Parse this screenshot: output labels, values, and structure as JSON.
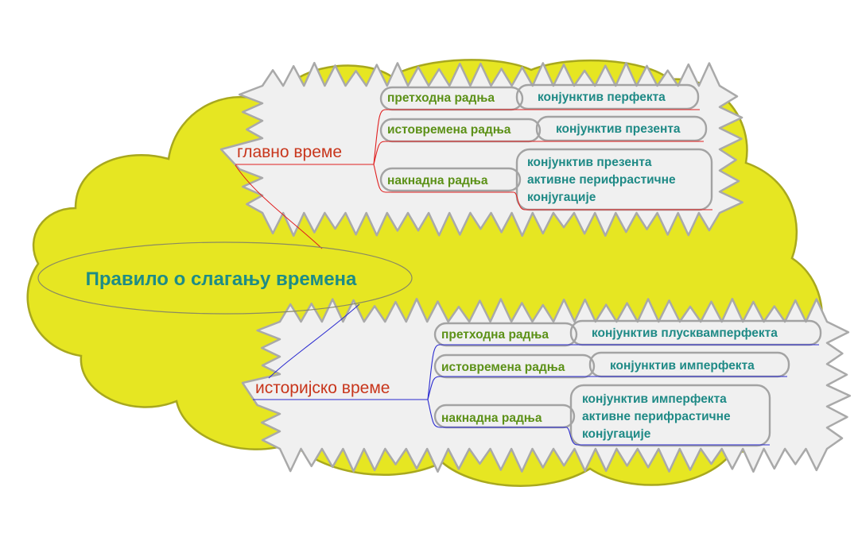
{
  "root": {
    "label": "Правило о слагању времена"
  },
  "branches": [
    {
      "id": "main",
      "label": "главно време",
      "color": "#e02020",
      "items": [
        {
          "context": "претходна радња",
          "form": [
            "конјунктив перфекта"
          ]
        },
        {
          "context": "истовремена радња",
          "form": [
            "конјунктив презента"
          ]
        },
        {
          "context": "накнадна радња",
          "form": [
            "конјунктив презента",
            "активне перифрастичне",
            "конјугације"
          ]
        }
      ]
    },
    {
      "id": "historic",
      "label": "историјско време",
      "color": "#2a2ad0",
      "items": [
        {
          "context": "претходна радња",
          "form": [
            "конјунктив плусквамперфекта"
          ]
        },
        {
          "context": "истовремена радња",
          "form": [
            "конјунктив имперфекта"
          ]
        },
        {
          "context": "накнадна радња",
          "form": [
            "конјунктив имперфекта",
            "активне перифрастичне",
            "конјугације"
          ]
        }
      ]
    }
  ],
  "colors": {
    "cloud_fill": "#e6e622",
    "cloud_stroke": "#a8a81e",
    "burst_fill": "#f0f0f0",
    "burst_stroke": "#a9a9a9",
    "root_text": "#1e8c86",
    "branch_text": "#c8361c",
    "context_text": "#5c9118",
    "form_text": "#1f8a86"
  }
}
